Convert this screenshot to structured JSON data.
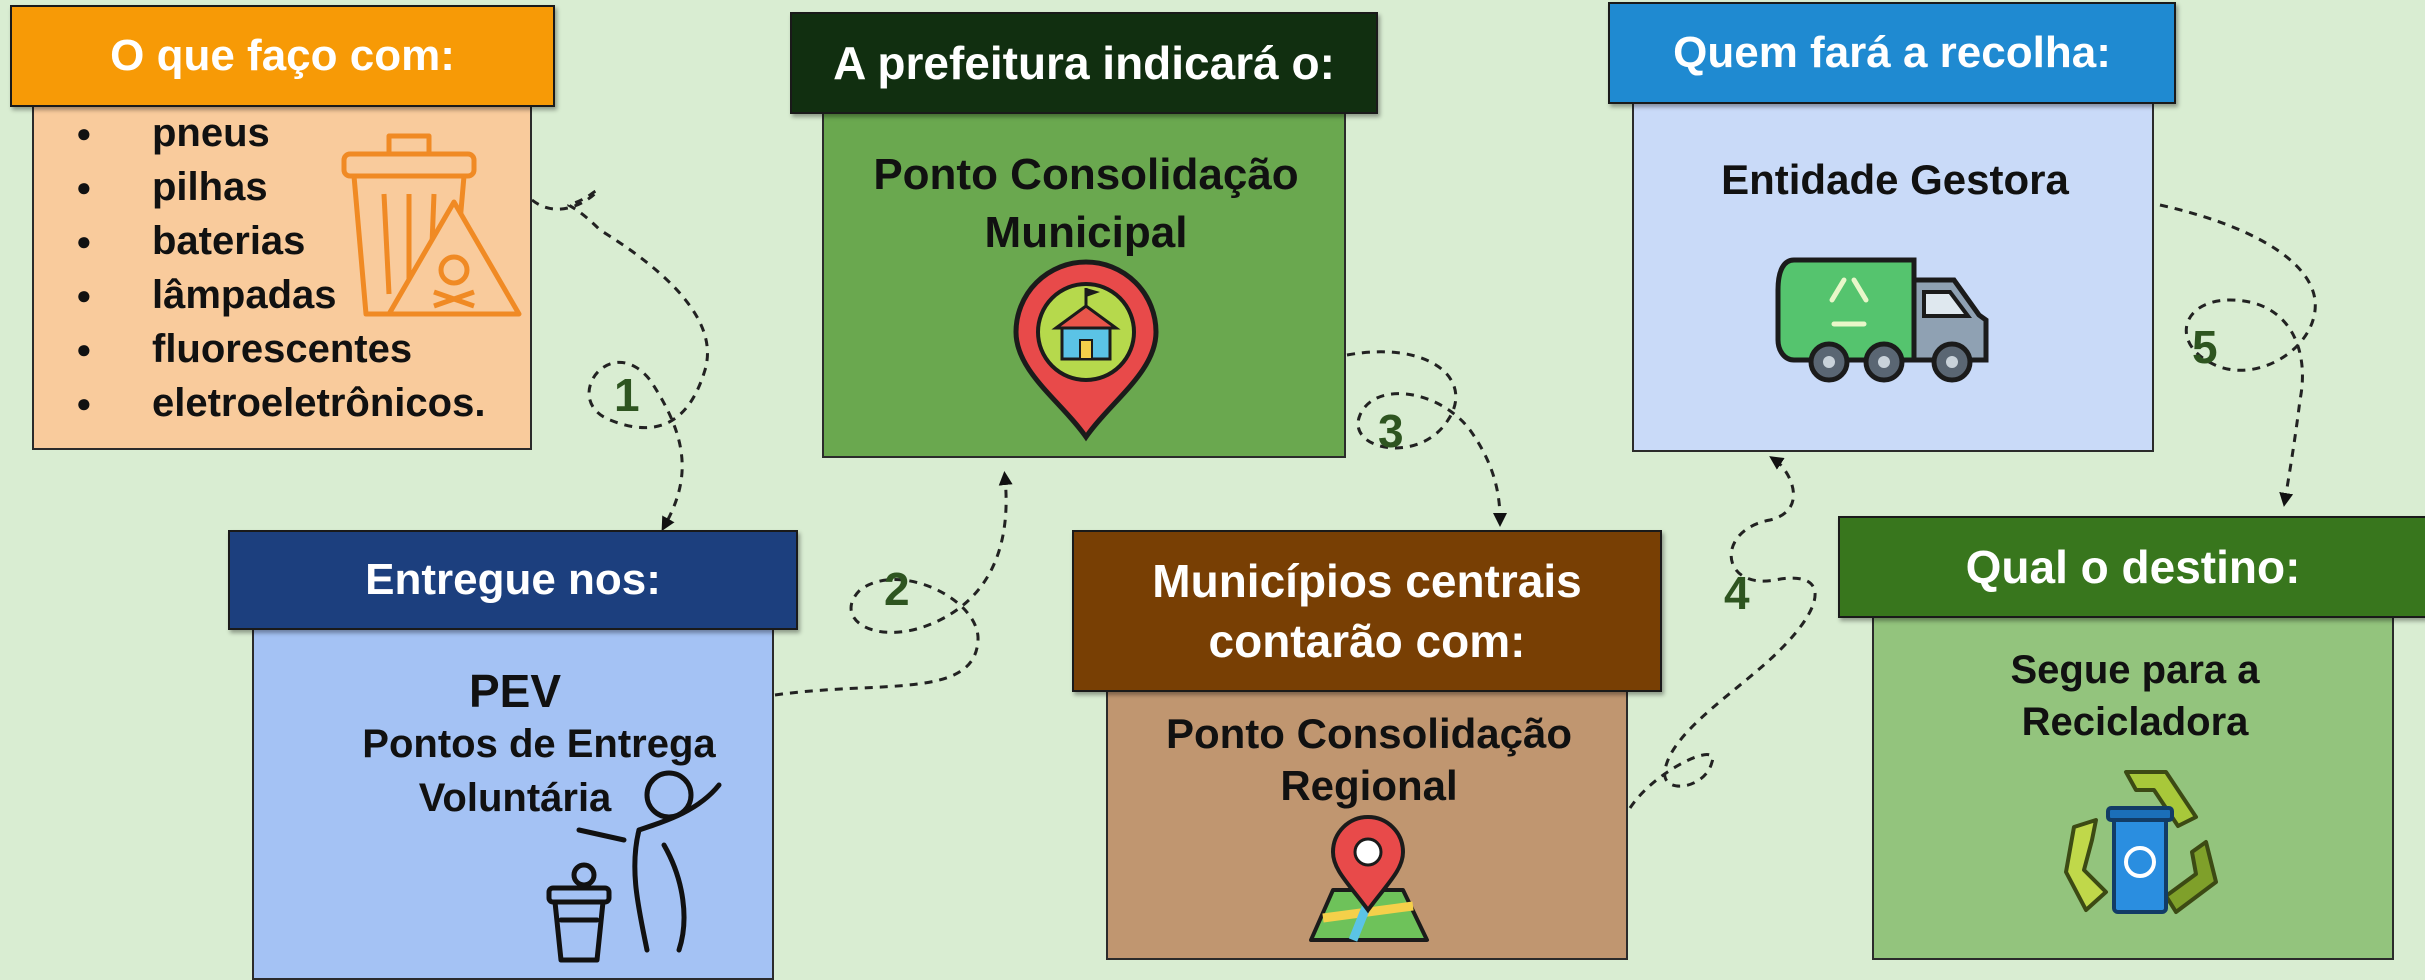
{
  "colors": {
    "background": "#d9edd2",
    "card1_header": "#f79a06",
    "card1_body": "#f9cb9c",
    "card2_header": "#1c3f7e",
    "card2_body": "#a4c2f4",
    "card3_header": "#112f10",
    "card3_body": "#6aa84f",
    "card4_header": "#783f04",
    "card4_body": "#c09670",
    "card5_header": "#1f8ad1",
    "card5_body": "#c9daf8",
    "card6_header": "#38761d",
    "card6_body": "#93c47d"
  },
  "cards": {
    "o_que_faco": {
      "title": "O que faço com:",
      "items": [
        "pneus",
        "pilhas",
        "baterias",
        "lâmpadas",
        "fluorescentes",
        "eletroeletrônicos."
      ],
      "icon": "hazardous-trash-icon"
    },
    "entregue": {
      "title": "Entregue nos:",
      "line1": "PEV",
      "line2": "Pontos de Entrega",
      "line3": "Voluntária",
      "icon": "person-disposing-trash-icon"
    },
    "prefeitura": {
      "title": "A prefeitura indicará o:",
      "line1": "Ponto Consolidação",
      "line2": "Municipal",
      "icon": "municipal-location-pin-icon"
    },
    "municipios": {
      "title_line1": "Municípios centrais",
      "title_line2": "contarão com:",
      "line1": "Ponto Consolidação",
      "line2": "Regional",
      "icon": "map-pin-icon"
    },
    "quem": {
      "title": "Quem fará a recolha:",
      "line1": "Entidade Gestora",
      "icon": "recycling-truck-icon"
    },
    "destino": {
      "title": "Qual o destino:",
      "line1": "Segue para a",
      "line2": "Recicladora",
      "icon": "recycling-bin-icon"
    }
  },
  "steps": [
    "1",
    "2",
    "3",
    "4",
    "5"
  ]
}
